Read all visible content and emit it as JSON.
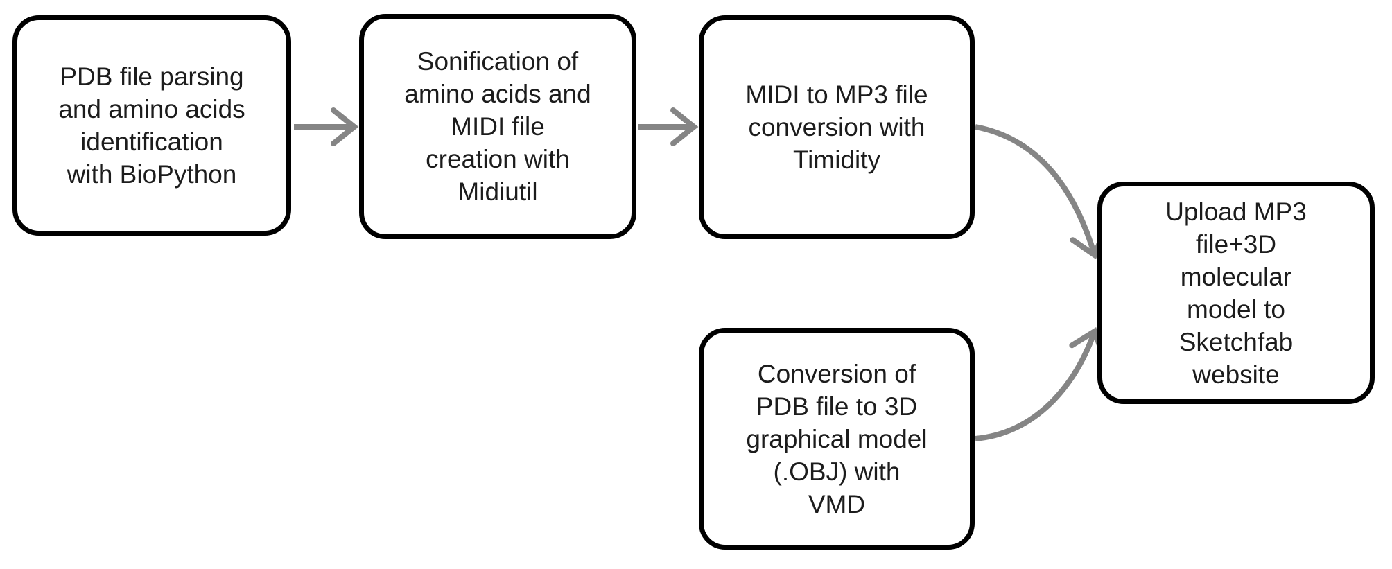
{
  "diagram": {
    "type": "flowchart",
    "background_color": "#ffffff",
    "node_fill_color": "#ffffff",
    "node_border_color": "#000000",
    "edge_color": "#858585",
    "text_color": "#1c1c1c",
    "nodes": [
      {
        "id": "parse",
        "label": "PDB file parsing\nand amino acids\nidentification\nwith BioPython"
      },
      {
        "id": "sonify",
        "label": "Sonification of\namino acids and\nMIDI file\ncreation with\nMidiutil"
      },
      {
        "id": "convert-audio",
        "label": "MIDI to MP3 file\nconversion with\nTimidity"
      },
      {
        "id": "convert-model",
        "label": "Conversion of\nPDB file to 3D\ngraphical model\n(.OBJ) with\nVMD"
      },
      {
        "id": "upload",
        "label": "Upload MP3\nfile+3D\nmolecular\nmodel to\nSketchfab\nwebsite"
      }
    ],
    "edges": [
      {
        "from": "parse",
        "to": "sonify"
      },
      {
        "from": "sonify",
        "to": "convert-audio"
      },
      {
        "from": "convert-audio",
        "to": "upload"
      },
      {
        "from": "convert-model",
        "to": "upload"
      }
    ]
  }
}
